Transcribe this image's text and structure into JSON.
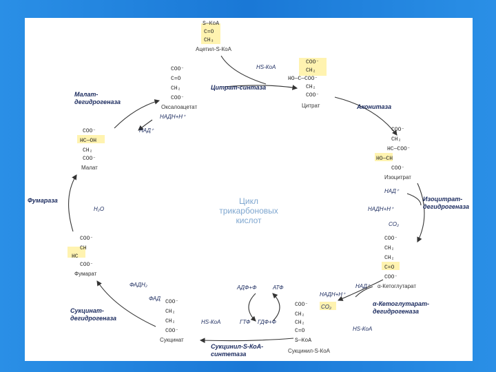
{
  "center_title": [
    "Цикл",
    "трикарбоновых",
    "кислот"
  ],
  "metabolites": {
    "acetyl": "Ацетил-S-КоА",
    "oxaloacetate": "Оксалоацетат",
    "citrate": "Цитрат",
    "isocitrate": "Изоцитрат",
    "ketoglutarate": "α-Кетоглутарат",
    "succinylcoa": "Сукцинил-S-КоА",
    "succinate": "Сукцинат",
    "fumarate": "Фумарат",
    "malate": "Малат"
  },
  "enzymes": {
    "citrate_synthase": "Цитрат-синтаза",
    "aconitase": "Аконитаза",
    "isocitrate_dh": [
      "Изоцитрат-",
      "дегидрогеназа"
    ],
    "kg_dh": [
      "α-Кетоглутарат-",
      "дегидрогеназа"
    ],
    "succinyl_synthetase": [
      "Сукцинил-S-КоА-",
      "синтетаза"
    ],
    "succinate_dh": [
      "Сукцинат-",
      "дегидрогеназа"
    ],
    "fumarase": "Фумараза",
    "malate_dh": [
      "Малат-",
      "дегидрогеназа"
    ]
  },
  "cofactors": {
    "hskoa_top": "HS-КоА",
    "nadh_top": "НАДН+Н⁺",
    "nad_top": "НАД⁺",
    "h2o": "H₂O",
    "nad_iso": "НАД⁺",
    "nadh_iso": "НАДН+Н⁺",
    "co2_iso": "CO₂",
    "nad_kg": "НАД⁺",
    "nadh_kg": "НАДН+Н⁺",
    "co2_kg": "CO₂",
    "hskoa_kg": "HS-КоА",
    "adf": "АДФ+Ф",
    "atf": "АТФ",
    "gtf": "ГТФ",
    "gdf": "ГДФ+Ф",
    "hskoa_succ": "HS-КоА",
    "fadh2": "ФАДН₂",
    "fad": "ФАД"
  },
  "formulas": {
    "acetyl": [
      "S—КоА",
      "C=O",
      "CH₃"
    ],
    "oxaloacetate": [
      "COO⁻",
      "C=O",
      "CH₂",
      "COO⁻"
    ],
    "citrate": [
      "COO⁻",
      "CH₂",
      "HO—C—COO⁻",
      "CH₂",
      "COO⁻"
    ],
    "isocitrate": [
      "COO⁻",
      "CH₂",
      "HC—COO⁻",
      "HO—CH",
      "COO⁻"
    ],
    "ketoglutarate": [
      "COO⁻",
      "CH₂",
      "CH₂",
      "C=O",
      "COO⁻"
    ],
    "succinylcoa": [
      "COO⁻",
      "CH₂",
      "CH₂",
      "C=O",
      "S—КоА"
    ],
    "succinate": [
      "COO⁻",
      "CH₂",
      "CH₂",
      "COO⁻"
    ],
    "fumarate": [
      "COO⁻",
      "CH",
      "HC",
      "COO⁻"
    ],
    "malate": [
      "COO⁻",
      "HC—OH",
      "CH₂",
      "COO⁻"
    ]
  },
  "colors": {
    "background": "#1f7fd8",
    "highlight": "#fff3b0",
    "enzyme_text": "#1a2a5e",
    "center_text": "#7ea6cf"
  }
}
